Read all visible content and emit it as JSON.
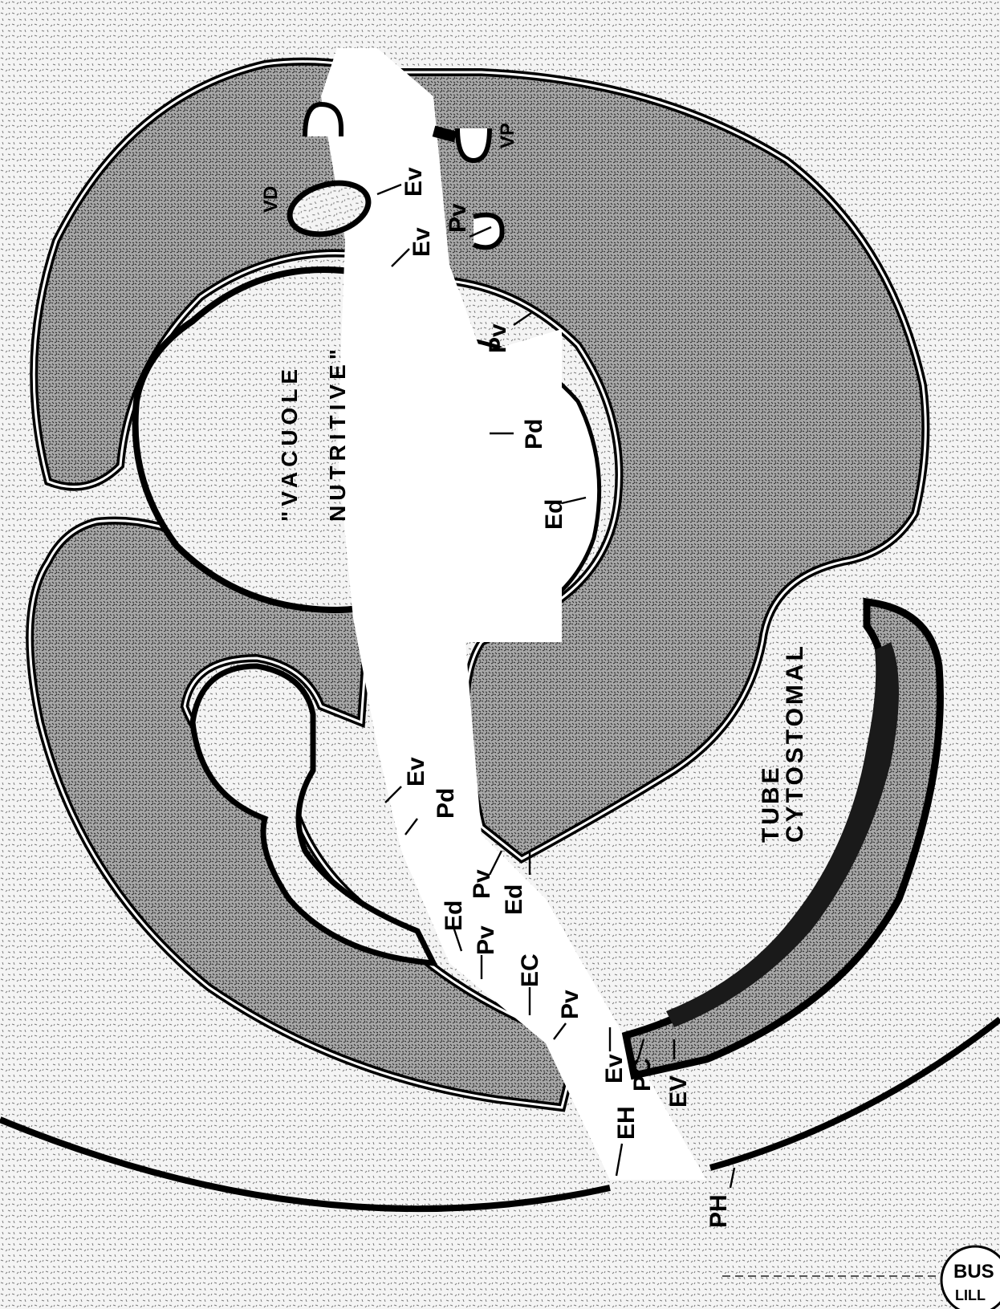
{
  "figure": {
    "labels": {
      "vacuole_line1": "\"VACUOLE",
      "vacuole_line2": "NUTRITIVE\"",
      "tube": "TUBE",
      "cytostomal": "CYTOSTOMAL",
      "vd": "VD",
      "vp": "VP",
      "ev_top": "Ev",
      "ev_vd": "Ev",
      "pv_top": "Pv",
      "pv_mid": "Pv",
      "pd_vac": "Pd",
      "ed_vac": "Ed",
      "ev_lower": "Ev",
      "pd_lower": "Pd",
      "pv_lower": "Pv",
      "ed_lower_right": "Ed",
      "ed_lower_left": "Ed",
      "pv_lower2": "Pv",
      "ec": "EC",
      "pv_bottom": "Pv",
      "ev_bottom": "Ev",
      "pc": "PC",
      "ev_right": "EV",
      "eh": "EH",
      "ph": "PH",
      "stamp_line1": "BUS",
      "stamp_line2": "LILL"
    }
  }
}
